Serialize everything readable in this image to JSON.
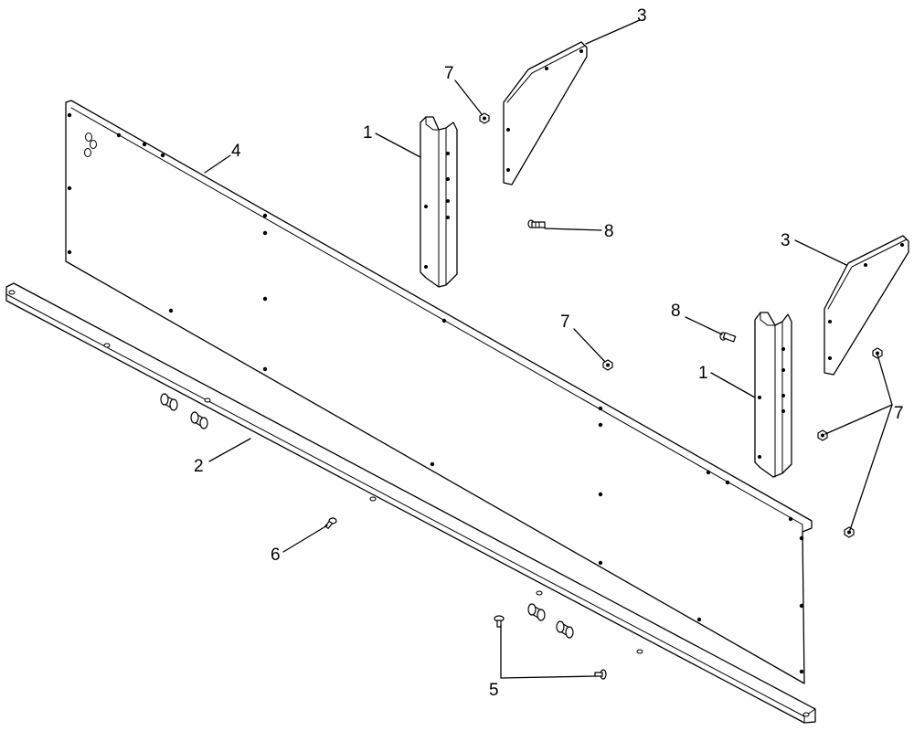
{
  "callouts": {
    "c1a": "1",
    "c1b": "1",
    "c2": "2",
    "c3a": "3",
    "c3b": "3",
    "c4": "4",
    "c5": "5",
    "c6": "6",
    "c7a": "7",
    "c7b": "7",
    "c7c": "7",
    "c8a": "8",
    "c8b": "8"
  },
  "colors": {
    "line": "#000000",
    "background": "#ffffff"
  }
}
